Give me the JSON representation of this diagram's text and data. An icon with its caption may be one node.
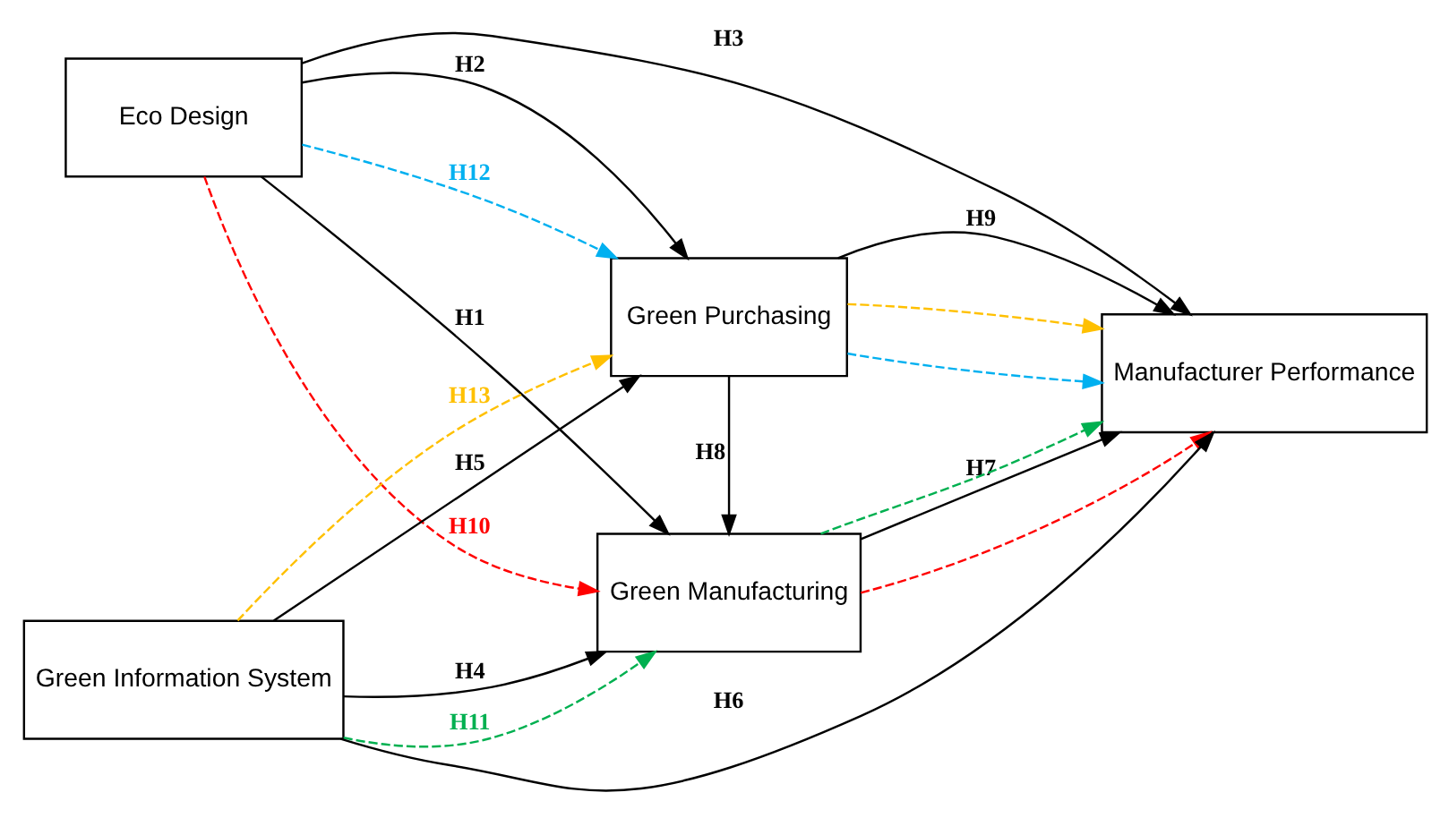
{
  "diagram": {
    "nodes": [
      {
        "text": [
          "Eco Design"
        ]
      },
      {
        "text": [
          "Green Manufacturing"
        ]
      },
      {
        "text": [
          "Green Purchasing"
        ]
      },
      {
        "text": [
          "Manufacturer Performance"
        ]
      },
      {
        "text": [
          "Green Information System"
        ]
      }
    ],
    "edges": [
      {
        "from": 0,
        "to": 1,
        "arrow": "to",
        "label": "H1"
      },
      {
        "from": 0,
        "to": 2,
        "arrow": "to",
        "label": "H2"
      },
      {
        "from": 0,
        "to": 3,
        "arrow": "to",
        "label": "H3"
      },
      {
        "from": 4,
        "to": 1,
        "arrow": "to",
        "label": "H4"
      },
      {
        "from": 4,
        "to": 2,
        "arrow": "to",
        "label": "H5"
      },
      {
        "from": 4,
        "to": 3,
        "arrow": "to",
        "label": "H6"
      },
      {
        "from": 1,
        "to": 3,
        "arrow": "to",
        "label": "H7"
      },
      {
        "from": 2,
        "to": 1,
        "arrow": "to",
        "label": "H8"
      },
      {
        "from": 2,
        "to": 3,
        "arrow": "to",
        "label": "H9"
      },
      {
        "from": 0,
        "to": 1,
        "arrow": "to",
        "label": "H10",
        "style": "dashed",
        "color": "#ff0000"
      },
      {
        "from": 1,
        "to": 3,
        "arrow": "to",
        "style": "dashed",
        "color": "#ff0000"
      },
      {
        "from": 4,
        "to": 1,
        "arrow": "to",
        "label": "H11",
        "style": "dashed",
        "color": "#00b050"
      },
      {
        "from": 1,
        "to": 3,
        "arrow": "to",
        "style": "dashed",
        "color": "#00b050"
      },
      {
        "from": 0,
        "to": 2,
        "arrow": "to",
        "label": "H12",
        "style": "dashed",
        "color": "#00b0f0"
      },
      {
        "from": 2,
        "to": 3,
        "arrow": "to",
        "style": "dashed",
        "color": "#00b0f0"
      },
      {
        "from": 4,
        "to": 2,
        "arrow": "to",
        "label": "H13",
        "style": "dashed",
        "color": "#ffc000"
      },
      {
        "from": 2,
        "to": 3,
        "arrow": "to",
        "style": "dashed",
        "color": "#ffc000"
      }
    ]
  }
}
